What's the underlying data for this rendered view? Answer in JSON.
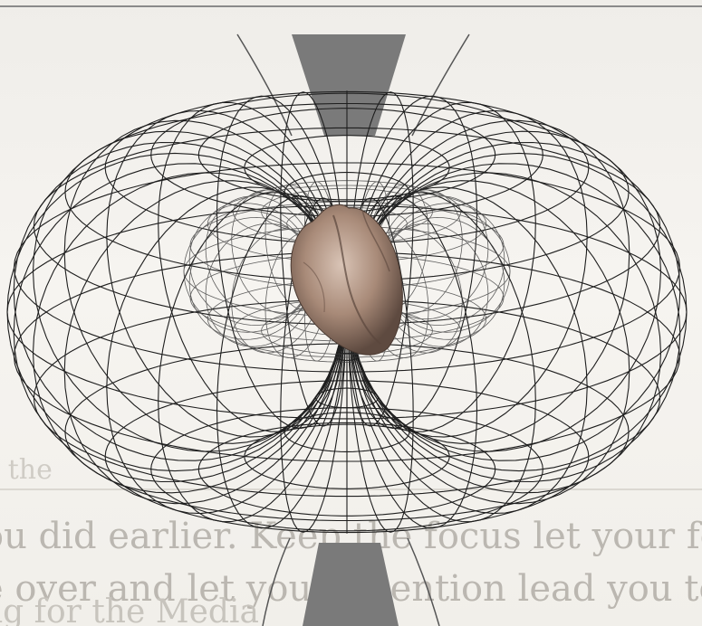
{
  "figure": {
    "description_icon": "heart-toroidal-field-icon",
    "colors": {
      "background": "#f4f2ee",
      "wire": "#1e1e1e",
      "axis_beam": "#7a7a7a",
      "heart": "#a88a78"
    }
  },
  "background_text": {
    "lines": [
      "",
      "g the",
      "ou did earlier.     Keep the focus     let your fema",
      "e over and let your intention lead you to the sa",
      "ng for the Media"
    ]
  }
}
